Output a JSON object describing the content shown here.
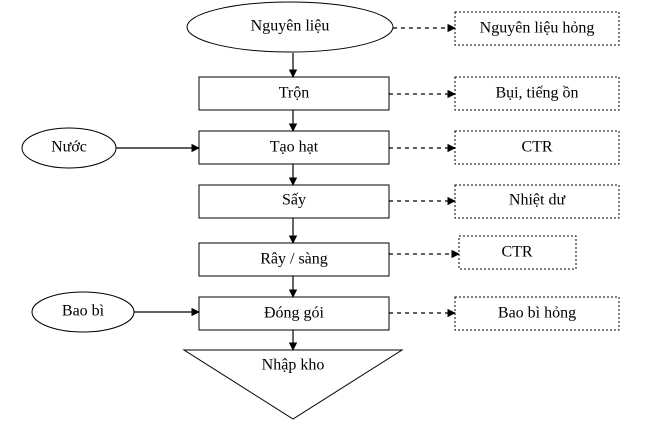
{
  "process": {
    "raw": "Nguyên liệu",
    "mix": "Trộn",
    "granulate": "Tạo hạt",
    "dry": "Sấy",
    "sieve": "Rây / sàng",
    "pack": "Đóng gói",
    "store": "Nhập kho"
  },
  "inputs": {
    "water": "Nước",
    "packaging": "Bao bì"
  },
  "wastes": {
    "raw": "Nguyên liệu hỏng",
    "mix": "Bụi, tiếng ồn",
    "granulate": "CTR",
    "dry": "Nhiệt dư",
    "sieve": "CTR",
    "pack": "Bao bì hỏng"
  }
}
